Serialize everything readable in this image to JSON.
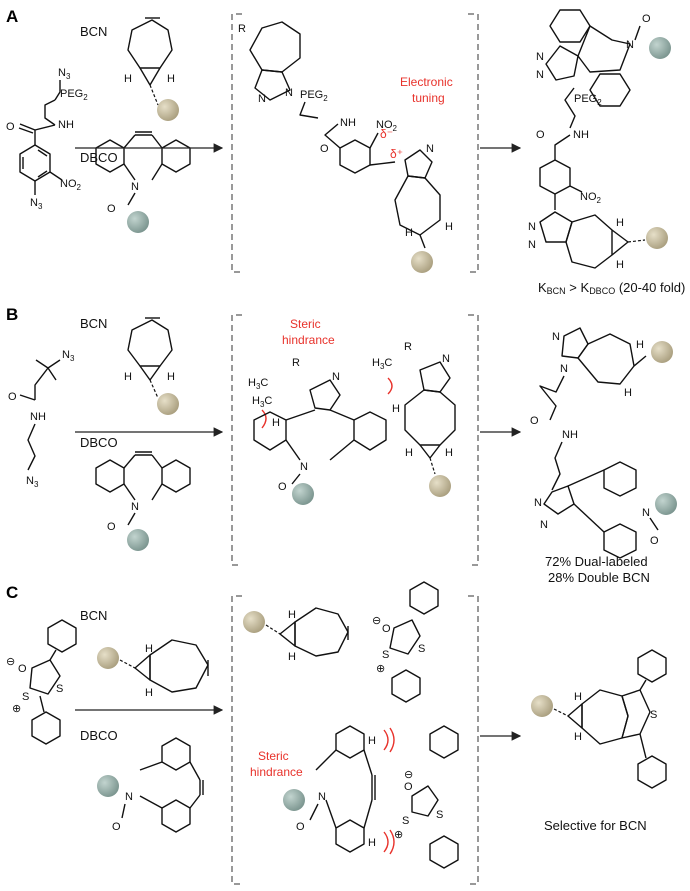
{
  "colors": {
    "bead_tan": "#bdb396",
    "bead_teal": "#8fa8a2",
    "annotation_red": "#e8322b",
    "stroke": "#111111"
  },
  "panels": [
    {
      "letter": "A",
      "reagent_top": "BCN",
      "reagent_bottom": "DBCO",
      "annotation": [
        "Electronic",
        "tuning"
      ],
      "result_lines": [
        "K",
        "BCN",
        " > K",
        "DBCO",
        " (20-40 fold)"
      ],
      "atoms": {
        "n3": "N3",
        "n3_sub": "3",
        "peg": "PEG",
        "peg_sub": "2",
        "nh": "NH",
        "no2": "NO",
        "no2_sub": "2",
        "o": "O",
        "n": "N",
        "h": "H",
        "r": "R",
        "delta_minus": "δ",
        "delta_plus": "δ"
      }
    },
    {
      "letter": "B",
      "reagent_top": "BCN",
      "reagent_bottom": "DBCO",
      "annotation": [
        "Steric",
        "hindrance"
      ],
      "result_lines": [
        "72% Dual-labeled",
        "28% Double BCN"
      ],
      "atoms": {
        "n3": "N",
        "n3_sub": "3",
        "nh": "NH",
        "o": "O",
        "n": "N",
        "h": "H",
        "r": "R",
        "h3c": "H",
        "h3c_sub": "3",
        "c": "C"
      }
    },
    {
      "letter": "C",
      "reagent_top": "BCN",
      "reagent_bottom": "DBCO",
      "annotation": [
        "Steric",
        "hindrance"
      ],
      "result_lines": [
        "Selective for BCN"
      ],
      "atoms": {
        "o": "O",
        "s": "S",
        "n": "N",
        "h": "H",
        "plus": "⊕",
        "minus": "⊖"
      }
    }
  ]
}
